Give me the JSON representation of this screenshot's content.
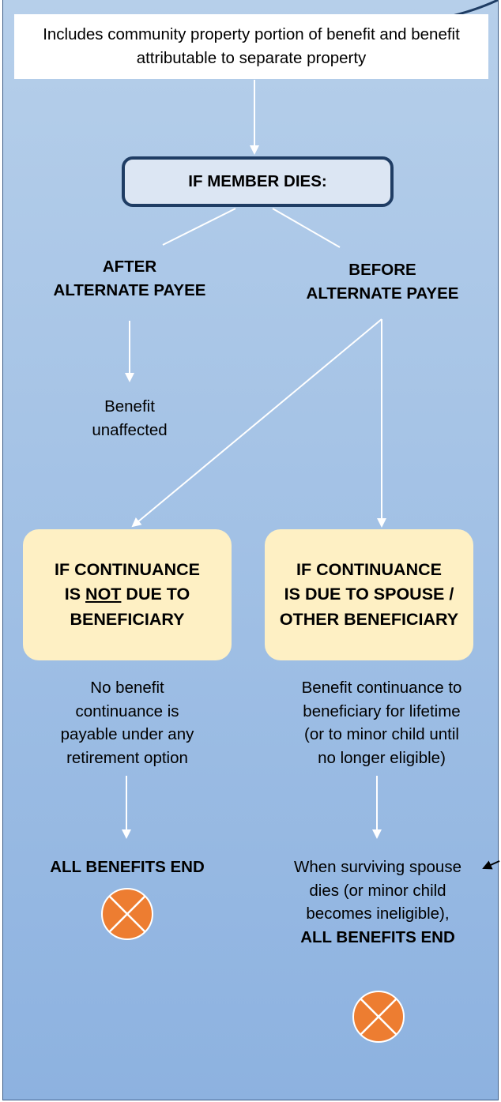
{
  "top_note": "Includes community property portion of benefit and benefit attributable to separate property",
  "decision": "IF MEMBER DIES:",
  "after_branch": {
    "line1": "AFTER",
    "line2": "ALTERNATE PAYEE"
  },
  "before_branch": {
    "line1": "BEFORE",
    "line2": "ALTERNATE PAYEE"
  },
  "after_result": {
    "line1": "Benefit",
    "line2": "unaffected"
  },
  "not_due_box": {
    "line1": "IF CONTINUANCE",
    "line2_pre": "IS ",
    "line2_underlined": "NOT",
    "line2_post": " DUE TO",
    "line3": "BENEFICIARY"
  },
  "due_box": {
    "line1": "IF CONTINUANCE",
    "line2": "IS DUE TO SPOUSE /",
    "line3": "OTHER BENEFICIARY"
  },
  "not_due_text": {
    "line1": "No benefit",
    "line2": "continuance is",
    "line3": "payable under any",
    "line4": "retirement option"
  },
  "due_text": {
    "line1": "Benefit continuance to",
    "line2": "beneficiary for lifetime",
    "line3": "(or to minor child until",
    "line4": "no longer eligible)"
  },
  "left_end": "ALL BENEFITS END",
  "right_end": {
    "line1": "When surviving spouse",
    "line2": "dies (or minor child",
    "line3": "becomes ineligible),",
    "line4": "ALL BENEFITS END"
  },
  "colors": {
    "panel_top": "#b6cfea",
    "panel_bottom": "#8db2e0",
    "box_border": "#1f3d64",
    "cond_fill": "#fef0c4",
    "end_fill": "#ed7d31"
  },
  "icons": [
    "end-x-icon"
  ]
}
